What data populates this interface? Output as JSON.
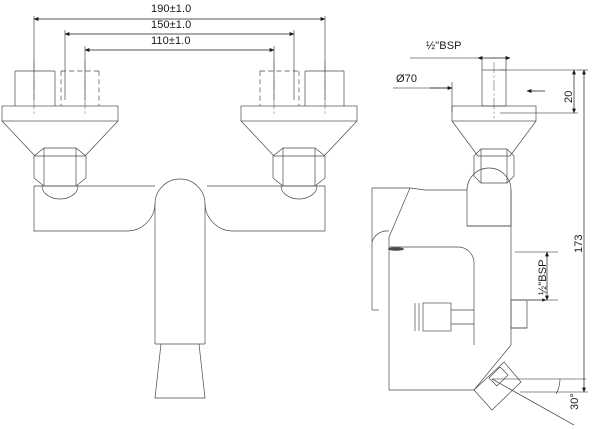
{
  "drawing": {
    "title": "Wall-mounted shower mixer tap — technical dimension drawing",
    "units": "mm",
    "views": [
      {
        "name": "front-elevation",
        "position": "left"
      },
      {
        "name": "side-elevation",
        "position": "right"
      }
    ],
    "line_color": "#404040",
    "dim_color": "#1a1a1a",
    "background": "#ffffff"
  },
  "dimensions": {
    "front": {
      "outer_spacing": "190±1.0",
      "middle_spacing": "150±1.0",
      "inner_spacing": "110±1.0"
    },
    "side": {
      "inlet_thread": "BSP",
      "inlet_fraction_num": "1",
      "inlet_fraction_den": "2",
      "flange_diameter": "Ø70",
      "flange_height": "20",
      "overall_height": "173",
      "outlet_thread": "BSP",
      "outlet_fraction_num": "1",
      "outlet_fraction_den": "2",
      "outlet_angle": "30°"
    }
  },
  "labels": {
    "inlet_bsp": "½\"BSP",
    "outlet_bsp": "½\"BSP",
    "diameter": "Ø70",
    "height_20": "20",
    "height_173": "173",
    "angle_30": "30°",
    "dim_190": "190±1.0",
    "dim_150": "150±1.0",
    "dim_110": "110±1.0"
  }
}
